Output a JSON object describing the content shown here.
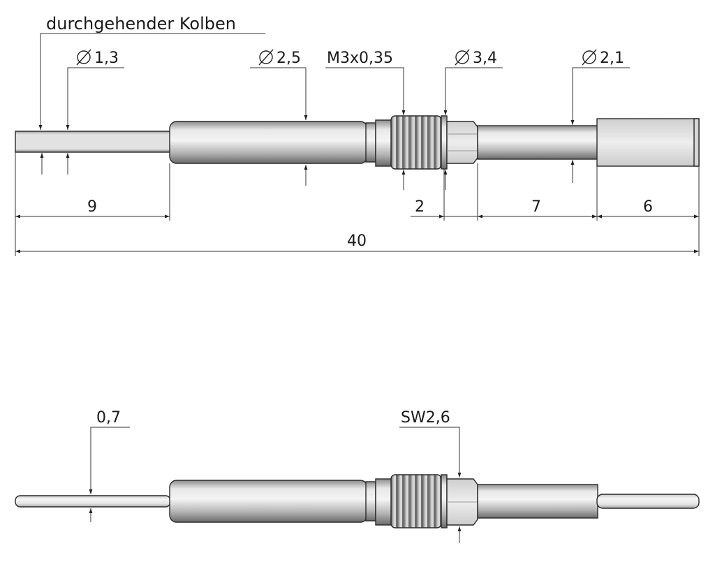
{
  "leader_labels": {
    "plunger": "durchgehender Kolben",
    "tip_diameter": "1,3",
    "body_diameter": "2,5",
    "thread": "M3x0,35",
    "collar_diameter": "3,4",
    "shaft_diameter": "2,1",
    "tip_thickness": "0,7",
    "wrench_size": "SW2,6"
  },
  "dimensions": {
    "tip_length": "9",
    "collar_length": "2",
    "shaft_length": "7",
    "end_length": "6",
    "total_length": "40"
  },
  "colors": {
    "line": "#333333",
    "metal_light": "#ececec",
    "metal_dark": "#8a8a8a",
    "thread_dark": "#6e6e6e",
    "background": "#ffffff"
  }
}
